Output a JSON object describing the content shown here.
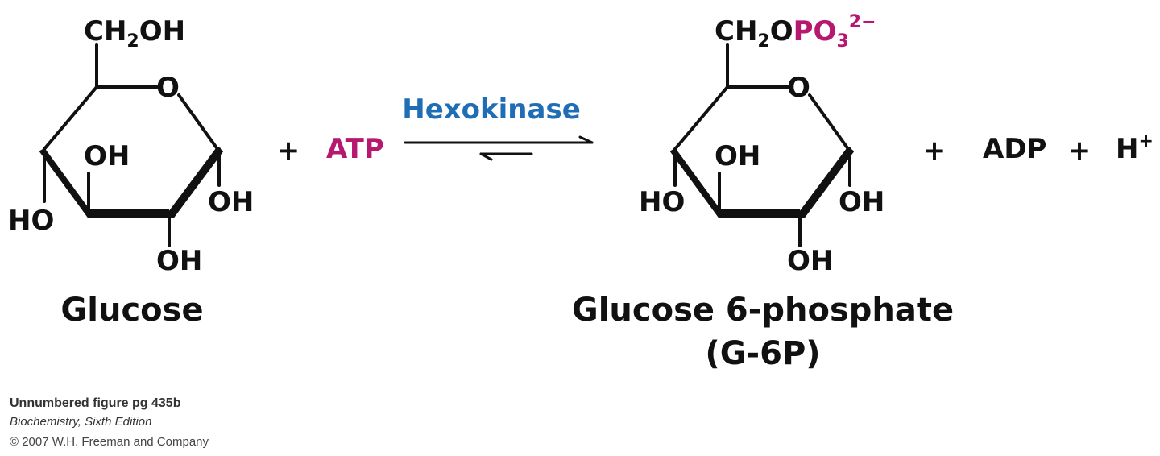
{
  "colors": {
    "ink": "#111111",
    "magenta": "#b5186e",
    "blue": "#1f6eb5"
  },
  "reactant": {
    "top_group": "CH",
    "top_sub": "2",
    "top_end": "OH",
    "ring_o": "O",
    "oh3": "OH",
    "ho4": "HO",
    "oh1": "OH",
    "oh2": "OH",
    "name": "Glucose"
  },
  "plus1": "+",
  "atp": "ATP",
  "enzyme": "Hexokinase",
  "product": {
    "top_group": "CH",
    "top_sub": "2",
    "top_o": "O",
    "phosphate": "PO",
    "phosphate_sub": "3",
    "phosphate_charge": "2−",
    "ring_o": "O",
    "oh3": "OH",
    "ho4": "HO",
    "oh1": "OH",
    "oh2": "OH",
    "name": "Glucose 6-phosphate",
    "abbrev": "(G-6P)"
  },
  "plus2": "+",
  "adp": "ADP",
  "plus3": "+",
  "h": "H",
  "h_charge": "+",
  "caption": {
    "line1": "Unnumbered figure pg 435b",
    "line2": "Biochemistry, Sixth Edition",
    "line3": "© 2007 W.H. Freeman and Company"
  }
}
